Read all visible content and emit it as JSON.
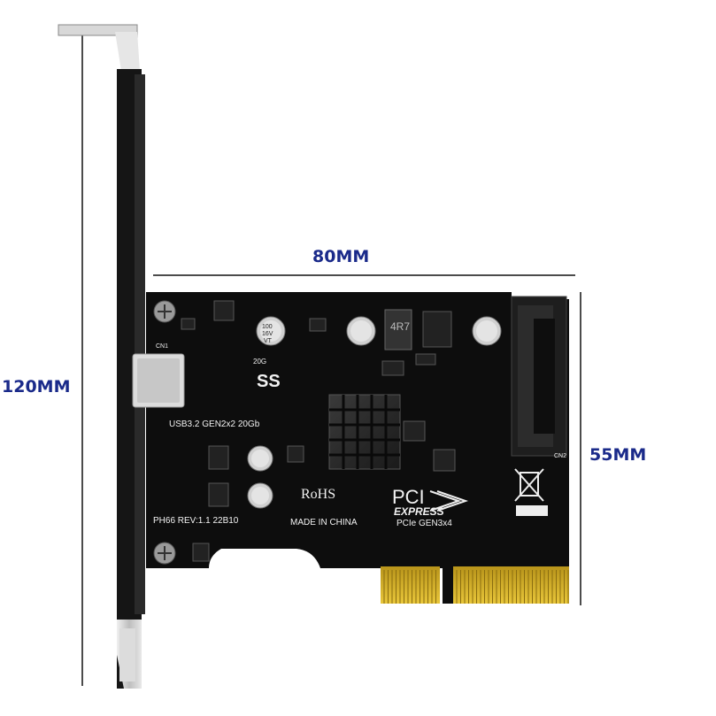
{
  "dimensions": {
    "height_label": "120MM",
    "width_label": "80MM",
    "card_height_label": "55MM"
  },
  "board_silkscreen": {
    "model_line": "USB3.2 GEN2x2 20Gb",
    "revision_line": "PH66 REV:1.1 22B10",
    "rohs": "RoHS",
    "made_in": "MADE IN CHINA",
    "pci_logo_top": "PCI",
    "pci_logo_bottom": "EXPRESS",
    "interface": "PCIe GEN3x4",
    "inductor_marking": "4R7",
    "cap_marking_1": "100",
    "cap_marking_2": "16V",
    "cap_marking_3": "VT",
    "port_label": "CN1",
    "power_label": "CN2",
    "speed_mark": "20G",
    "ss_logo": "SS"
  },
  "colors": {
    "pcb": "#0d0d0d",
    "gold_fingers": "#d4b22e",
    "bracket": "#c9c9c9",
    "dimension_text": "#1a2a8a"
  }
}
